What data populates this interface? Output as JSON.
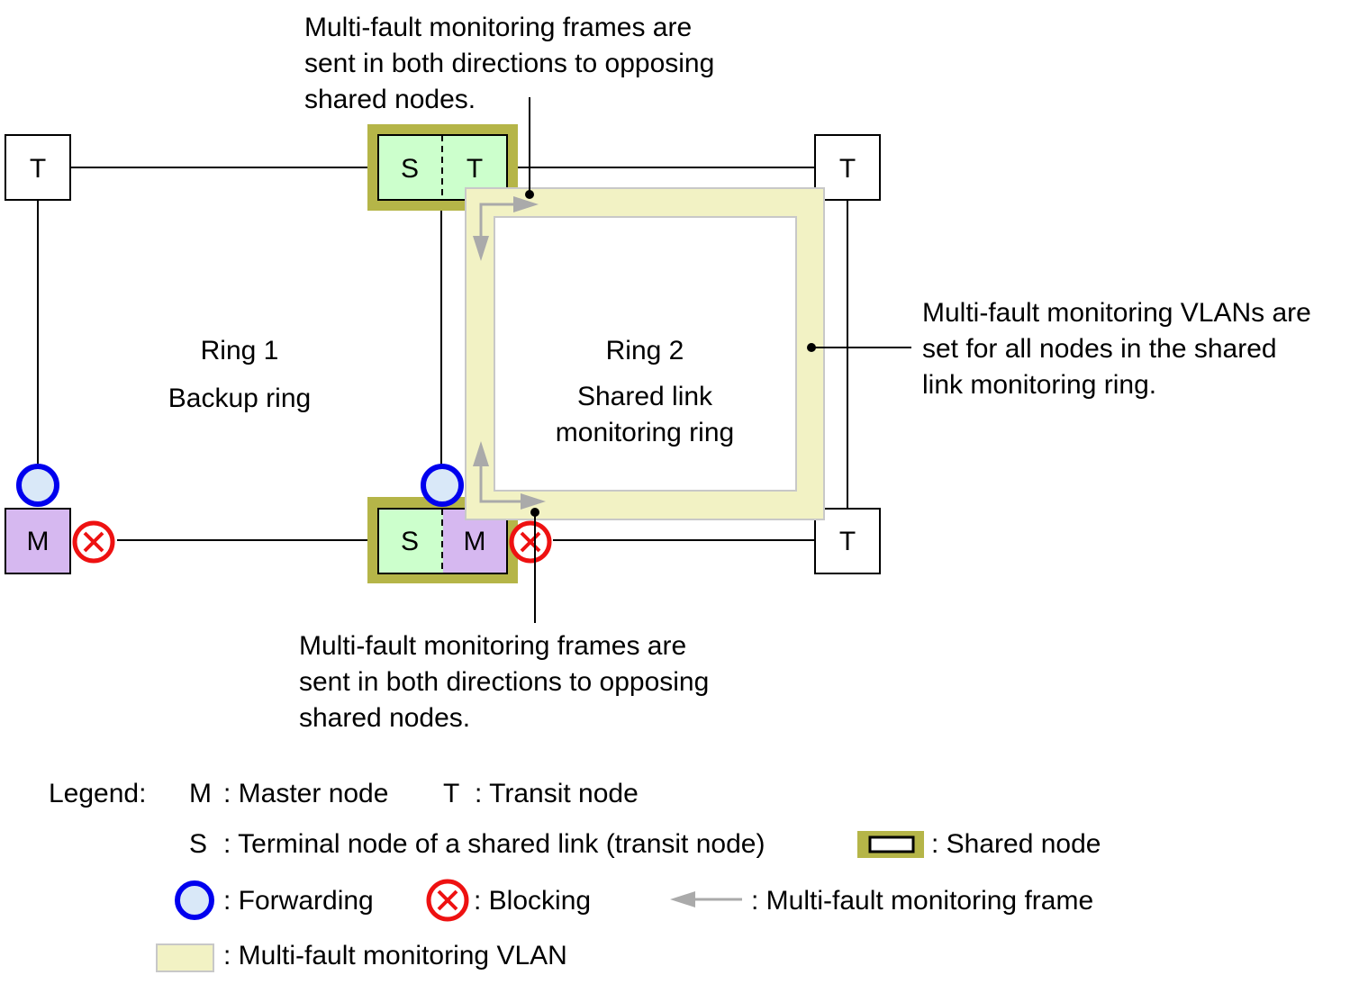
{
  "annotations": {
    "top": [
      "Multi-fault monitoring frames are",
      "sent in both directions to opposing",
      "shared nodes."
    ],
    "right": [
      "Multi-fault monitoring VLANs are",
      "set for all nodes in the shared",
      "link monitoring ring."
    ],
    "bottom": [
      "Multi-fault monitoring frames are",
      "sent in both directions to opposing",
      "shared nodes."
    ]
  },
  "rings": {
    "ring1": {
      "name": "Ring 1",
      "role": "Backup ring"
    },
    "ring2": {
      "name": "Ring 2",
      "role_line1": "Shared link",
      "role_line2": "monitoring ring"
    }
  },
  "nodes": {
    "top_left": "T",
    "top_right": "T",
    "bottom_right": "T",
    "bottom_left": "M",
    "shared_top_left": "S",
    "shared_top_right": "T",
    "shared_bottom_left": "S",
    "shared_bottom_right": "M"
  },
  "legend": {
    "title": "Legend:",
    "master_key": "M",
    "master_text": ": Master node",
    "transit_key": "T",
    "transit_text": ": Transit node",
    "terminal_key": "S",
    "terminal_text": ": Terminal node of a shared link (transit node)",
    "shared_text": ": Shared node",
    "forwarding_text": ": Forwarding",
    "blocking_text": ": Blocking",
    "frame_text": ": Multi-fault monitoring frame",
    "vlan_text": ": Multi-fault monitoring VLAN"
  },
  "colors": {
    "shared_border": "#b5b548",
    "shared_node_fill": "#ccffcc",
    "master_fill": "#d6b8f0",
    "vlan_fill": "#f2f2c4",
    "forwarding_ring": "#0000ee",
    "forwarding_fill": "#d9e8f8",
    "blocking": "#ee1111",
    "frame_arrow": "#aaaaaa"
  }
}
